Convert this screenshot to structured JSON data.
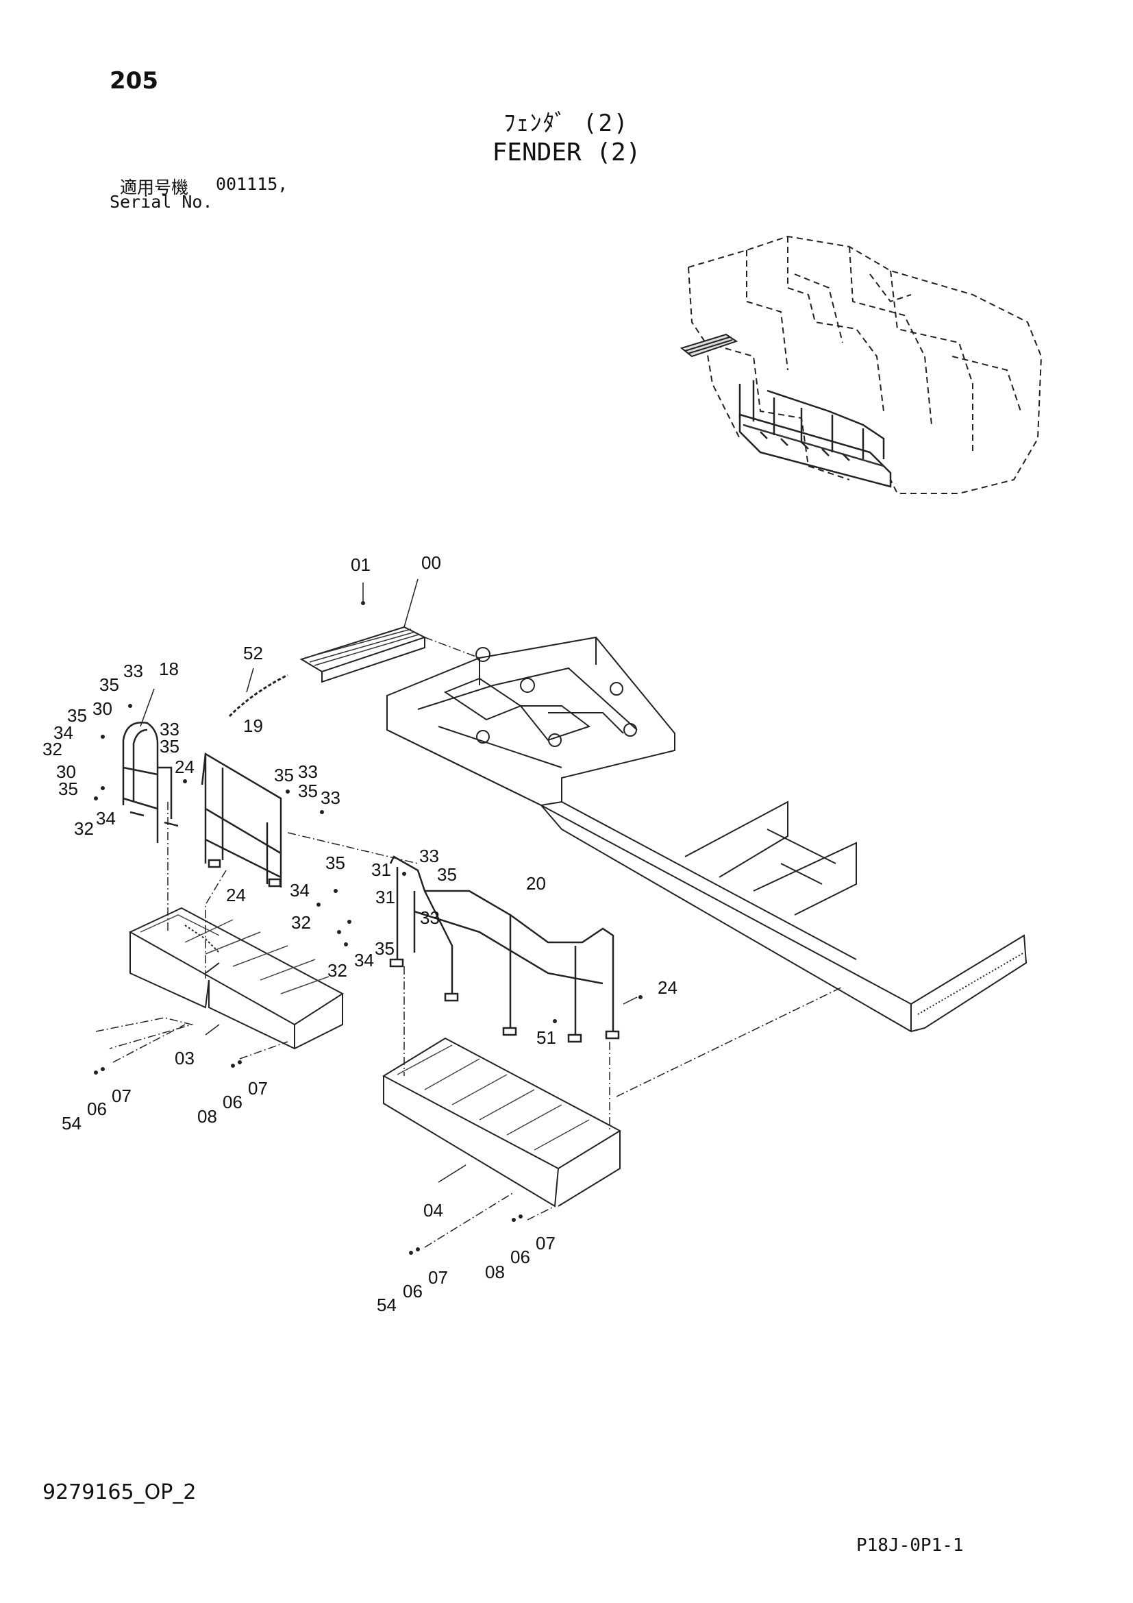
{
  "header": {
    "page_number": "205",
    "title_jp": "ﾌｪﾝﾀﾞ (2)",
    "title_en": "FENDER (2)",
    "serial_label_jp": "適用号機",
    "serial_value": "001115,",
    "serial_label_en": "Serial No."
  },
  "footer": {
    "drawing_code": "9279165_OP_2",
    "sheet_code": "P18J-0P1-1"
  },
  "callouts": [
    {
      "id": "c00",
      "label": "00"
    },
    {
      "id": "c01",
      "label": "01"
    },
    {
      "id": "c52",
      "label": "52"
    },
    {
      "id": "c18",
      "label": "18"
    },
    {
      "id": "c33a",
      "label": "33"
    },
    {
      "id": "c35a",
      "label": "35"
    },
    {
      "id": "c30a",
      "label": "30"
    },
    {
      "id": "c35b",
      "label": "35"
    },
    {
      "id": "c34a",
      "label": "34"
    },
    {
      "id": "c32a",
      "label": "32"
    },
    {
      "id": "c33b",
      "label": "33"
    },
    {
      "id": "c35c",
      "label": "35"
    },
    {
      "id": "c30b",
      "label": "30"
    },
    {
      "id": "c35d",
      "label": "35"
    },
    {
      "id": "c34b",
      "label": "34"
    },
    {
      "id": "c32b",
      "label": "32"
    },
    {
      "id": "c24a",
      "label": "24"
    },
    {
      "id": "c19",
      "label": "19"
    },
    {
      "id": "c35e",
      "label": "35"
    },
    {
      "id": "c33c",
      "label": "33"
    },
    {
      "id": "c35f",
      "label": "35"
    },
    {
      "id": "c33d",
      "label": "33"
    },
    {
      "id": "c31a",
      "label": "31"
    },
    {
      "id": "c33e",
      "label": "33"
    },
    {
      "id": "c35g",
      "label": "35"
    },
    {
      "id": "c35h",
      "label": "35"
    },
    {
      "id": "c34c",
      "label": "34"
    },
    {
      "id": "c24b",
      "label": "24"
    },
    {
      "id": "c31b",
      "label": "31"
    },
    {
      "id": "c32c",
      "label": "32"
    },
    {
      "id": "c33f",
      "label": "33"
    },
    {
      "id": "c20",
      "label": "20"
    },
    {
      "id": "c35i",
      "label": "35"
    },
    {
      "id": "c32d",
      "label": "32"
    },
    {
      "id": "c34d",
      "label": "34"
    },
    {
      "id": "c24c",
      "label": "24"
    },
    {
      "id": "c51",
      "label": "51"
    },
    {
      "id": "c03",
      "label": "03"
    },
    {
      "id": "c07a",
      "label": "07"
    },
    {
      "id": "c06a",
      "label": "06"
    },
    {
      "id": "c54a",
      "label": "54"
    },
    {
      "id": "c07b",
      "label": "07"
    },
    {
      "id": "c06b",
      "label": "06"
    },
    {
      "id": "c08a",
      "label": "08"
    },
    {
      "id": "c04",
      "label": "04"
    },
    {
      "id": "c07c",
      "label": "07"
    },
    {
      "id": "c06c",
      "label": "06"
    },
    {
      "id": "c08b",
      "label": "08"
    },
    {
      "id": "c07d",
      "label": "07"
    },
    {
      "id": "c06d",
      "label": "06"
    },
    {
      "id": "c54b",
      "label": "54"
    }
  ]
}
